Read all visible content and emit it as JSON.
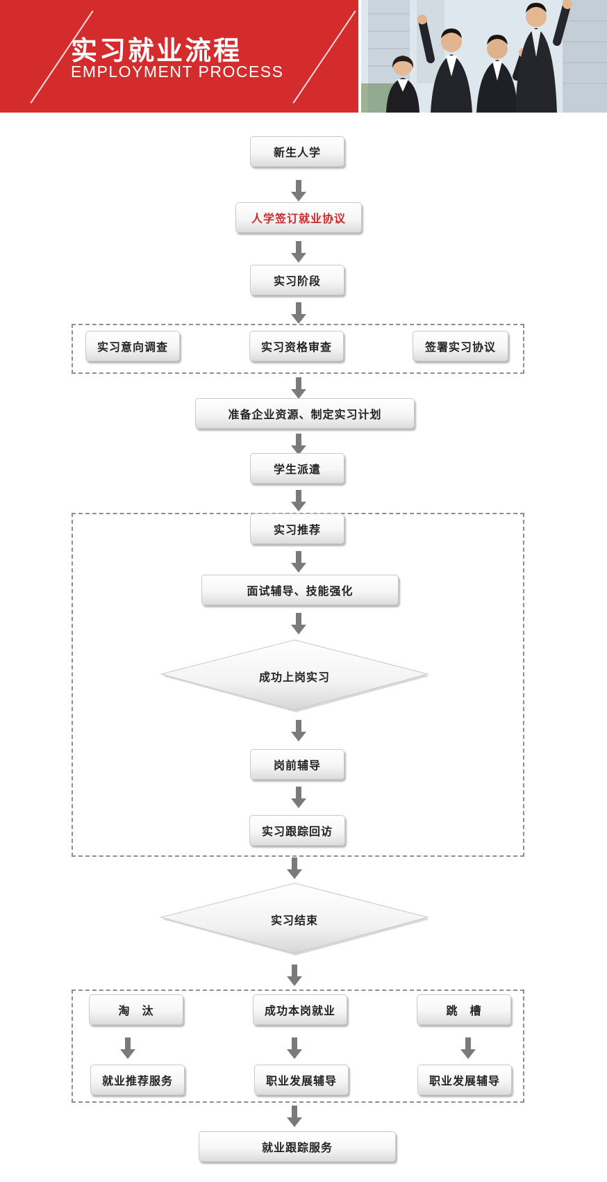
{
  "banner": {
    "title": "实习就业流程",
    "subtitle": "EMPLOYMENT PROCESS",
    "accent_color": "#d42b2d"
  },
  "flow": {
    "enroll": "新生人学",
    "agreement": "人学签订就业协议",
    "internship_stage": "实习阶段",
    "survey": "实习意向调查",
    "qualification": "实习资格审查",
    "sign": "签署实习协议",
    "prepare": "准备企业资源、制定实习计划",
    "dispatch": "学生派遣",
    "recommend": "实习推荐",
    "interview": "面试辅导、技能强化",
    "success": "成功上岗实习",
    "pre_job": "岗前辅导",
    "followup": "实习跟踪回访",
    "end": "实习结束",
    "eliminate": "淘　汰",
    "employed": "成功本岗就业",
    "job_hop": "跳　槽",
    "job_recommend": "就业推荐服务",
    "career1": "职业发展辅导",
    "career2": "职业发展辅导",
    "tracking": "就业跟踪服务"
  }
}
